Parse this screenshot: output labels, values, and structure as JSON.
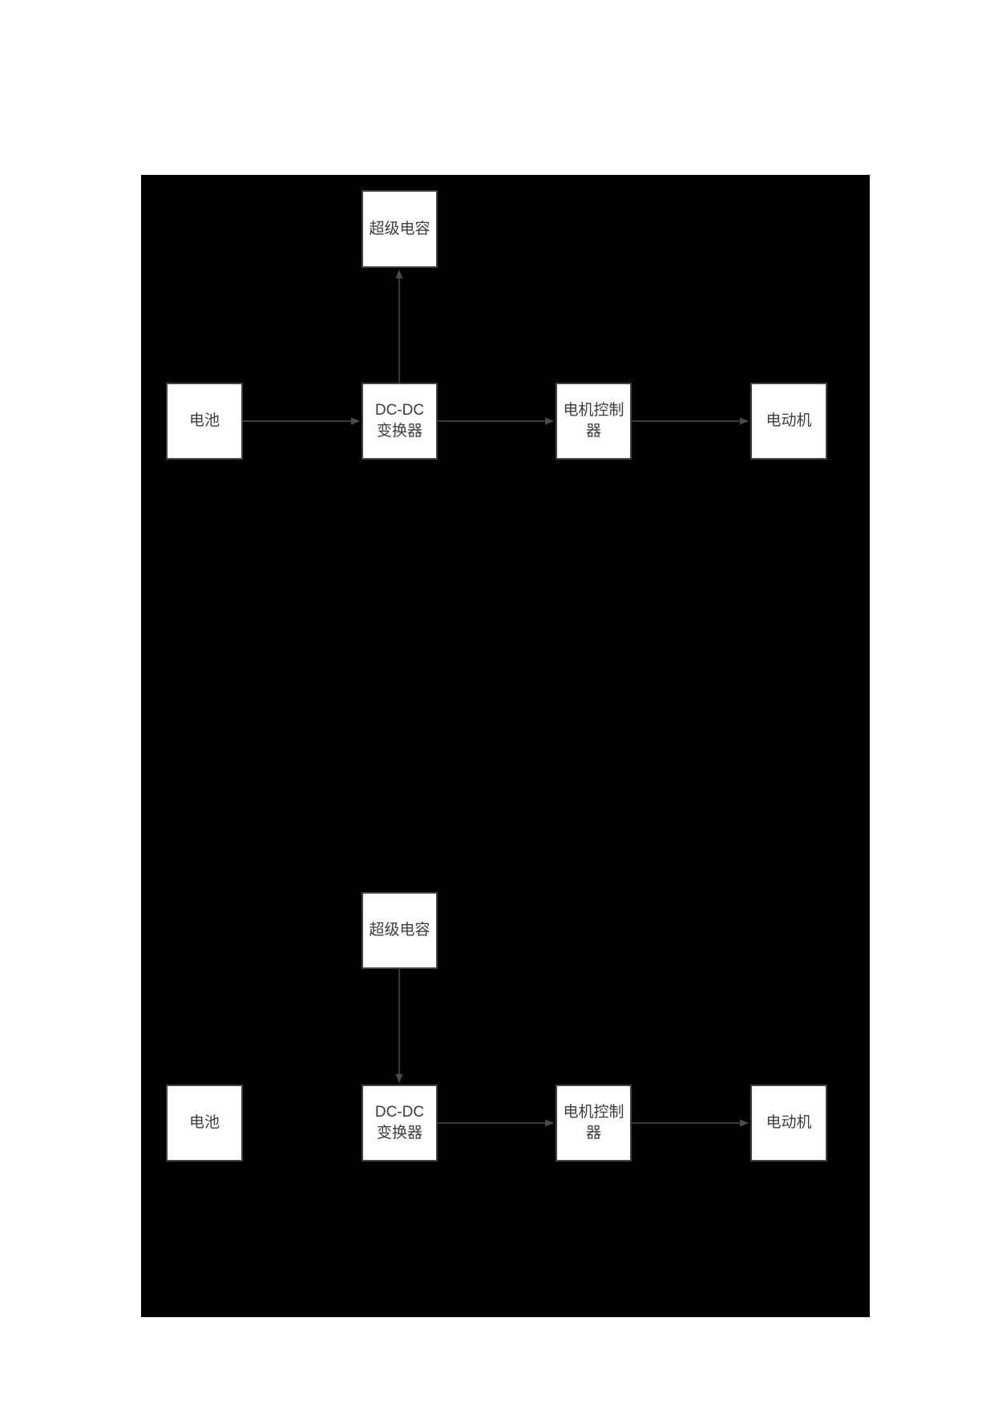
{
  "colors": {
    "page_bg": "#ffffff",
    "panel_bg": "#000000",
    "node_bg": "#ffffff",
    "node_border": "#424242",
    "text": "#3d3d3d",
    "arrow": "#4a4a4a"
  },
  "diagrams": [
    {
      "id": "top-topology",
      "nodes": {
        "supercap": "超级电容",
        "battery": "电池",
        "dcdc": "DC-DC\n变换器",
        "controller": "电机控制\n器",
        "motor": "电动机"
      },
      "edges": [
        {
          "from": "battery",
          "to": "dcdc",
          "direction": "right"
        },
        {
          "from": "dcdc",
          "to": "supercap",
          "direction": "up"
        },
        {
          "from": "dcdc",
          "to": "controller",
          "direction": "right"
        },
        {
          "from": "controller",
          "to": "motor",
          "direction": "right"
        }
      ]
    },
    {
      "id": "bottom-topology",
      "nodes": {
        "supercap": "超级电容",
        "battery": "电池",
        "dcdc": "DC-DC\n变换器",
        "controller": "电机控制\n器",
        "motor": "电动机"
      },
      "edges": [
        {
          "from": "supercap",
          "to": "dcdc",
          "direction": "down"
        },
        {
          "from": "dcdc",
          "to": "controller",
          "direction": "right"
        },
        {
          "from": "controller",
          "to": "motor",
          "direction": "right"
        }
      ]
    }
  ]
}
